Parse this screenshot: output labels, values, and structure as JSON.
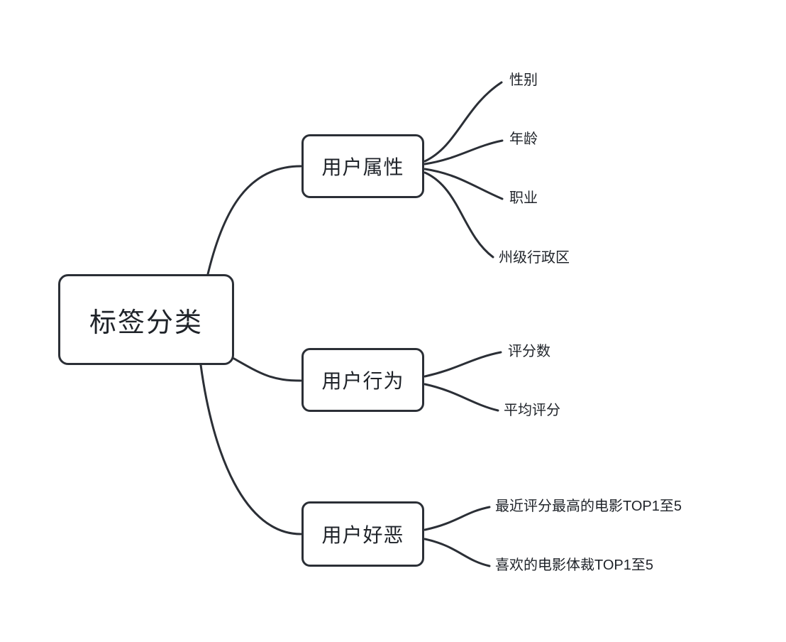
{
  "diagram": {
    "type": "mindmap",
    "root": {
      "label": "标签分类"
    },
    "branches": [
      {
        "label": "用户属性",
        "children": [
          {
            "label": "性别"
          },
          {
            "label": "年龄"
          },
          {
            "label": "职业"
          },
          {
            "label": "州级行政区"
          }
        ]
      },
      {
        "label": "用户行为",
        "children": [
          {
            "label": "评分数"
          },
          {
            "label": "平均评分"
          }
        ]
      },
      {
        "label": "用户好恶",
        "children": [
          {
            "label": "最近评分最高的电影TOP1至5"
          },
          {
            "label": "喜欢的电影体裁TOP1至5"
          }
        ]
      }
    ],
    "colors": {
      "stroke": "#2b2f36",
      "text": "#1f2329",
      "background": "#ffffff"
    }
  }
}
